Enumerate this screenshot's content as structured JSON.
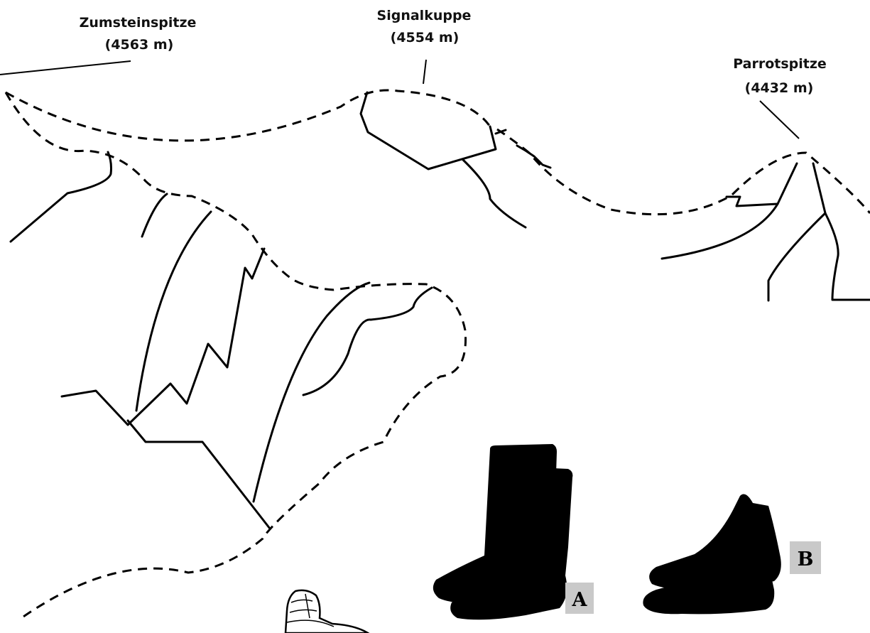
{
  "peaks": [
    {
      "name": "Zumsteinspitze",
      "elevation": "(4563 m)"
    },
    {
      "name": "Signalkuppe",
      "elevation": "(4554 m)"
    },
    {
      "name": "Parrotspitze",
      "elevation": "(4432 m)"
    }
  ],
  "options": {
    "a": "A",
    "b": "B"
  },
  "icons": {
    "boot_a": "rubber-boot-icon",
    "boot_b": "hiking-shoe-icon",
    "crampon": "crampon-icon"
  }
}
